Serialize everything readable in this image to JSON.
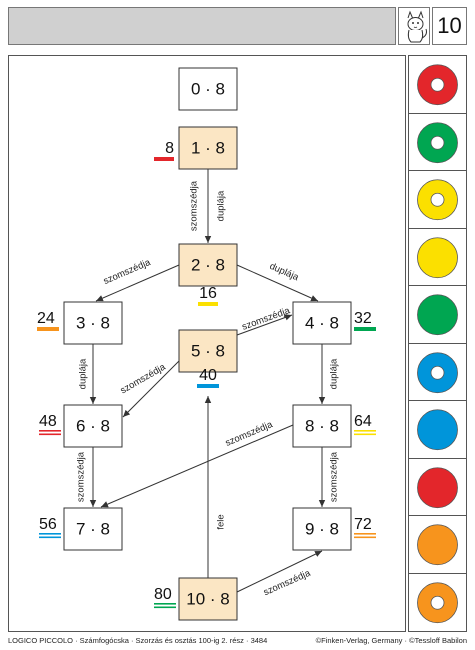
{
  "header": {
    "page_number": "10",
    "mascot_icon": "cat-mascot-icon",
    "bar_color": "#d0d0d0"
  },
  "boxes": [
    {
      "id": "b0",
      "label": "0 · 8",
      "color": "#ffffff"
    },
    {
      "id": "b1",
      "label": "1 · 8",
      "color": "#fbe6c4"
    },
    {
      "id": "b2",
      "label": "2 · 8",
      "color": "#fbe6c4"
    },
    {
      "id": "b3",
      "label": "3 · 8",
      "color": "#ffffff"
    },
    {
      "id": "b4",
      "label": "4 · 8",
      "color": "#ffffff"
    },
    {
      "id": "b5",
      "label": "5 · 8",
      "color": "#fbe6c4"
    },
    {
      "id": "b6",
      "label": "6 · 8",
      "color": "#ffffff"
    },
    {
      "id": "b8",
      "label": "8 · 8",
      "color": "#ffffff"
    },
    {
      "id": "b7",
      "label": "7 · 8",
      "color": "#ffffff"
    },
    {
      "id": "b9",
      "label": "9 · 8",
      "color": "#ffffff"
    },
    {
      "id": "b10",
      "label": "10 · 8",
      "color": "#fbe6c4"
    }
  ],
  "answers": [
    {
      "value": "8",
      "color": "#e3262b",
      "lines": 1
    },
    {
      "value": "16",
      "color": "#fbe000",
      "lines": 1
    },
    {
      "value": "24",
      "color": "#f7941d",
      "lines": 1
    },
    {
      "value": "32",
      "color": "#00a651",
      "lines": 1
    },
    {
      "value": "40",
      "color": "#0095da",
      "lines": 1
    },
    {
      "value": "48",
      "color": "#e3262b",
      "lines": 2
    },
    {
      "value": "64",
      "color": "#fbe000",
      "lines": 2
    },
    {
      "value": "56",
      "color": "#0095da",
      "lines": 2
    },
    {
      "value": "72",
      "color": "#f7941d",
      "lines": 2
    },
    {
      "value": "80",
      "color": "#00a651",
      "lines": 2
    }
  ],
  "edge_labels": {
    "neighbor": "szomszédja",
    "double": "duplája",
    "half": "fele"
  },
  "side_buttons": [
    {
      "color": "#e3262b",
      "ring": true
    },
    {
      "color": "#00a651",
      "ring": true
    },
    {
      "color": "#fbe000",
      "ring": true
    },
    {
      "color": "#fbe000",
      "ring": false
    },
    {
      "color": "#00a651",
      "ring": false
    },
    {
      "color": "#0095da",
      "ring": true
    },
    {
      "color": "#0095da",
      "ring": false
    },
    {
      "color": "#e3262b",
      "ring": false
    },
    {
      "color": "#f7941d",
      "ring": false
    },
    {
      "color": "#f7941d",
      "ring": true
    }
  ],
  "footer": {
    "left": "LOGICO PICCOLO · Számfogócska · Szorzás és osztás 100-ig 2. rész · 3484",
    "right": "©Finken-Verlag, Germany · ©Tessloff Babilon"
  }
}
